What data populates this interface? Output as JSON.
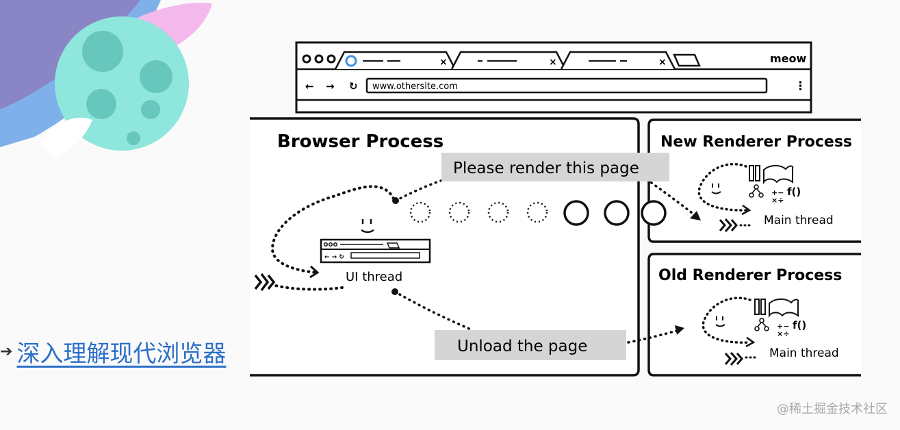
{
  "browser": {
    "url": "www.othersite.com",
    "brand": "meow"
  },
  "diagram": {
    "browser_process_title": "Browser Process",
    "new_renderer_title": "New Renderer Process",
    "old_renderer_title": "Old Renderer Process",
    "ui_thread_label": "UI thread",
    "main_thread_label_new": "Main thread",
    "main_thread_label_old": "Main thread",
    "render_message": "Please render this page",
    "unload_message": "Unload the page"
  },
  "link": {
    "text": "深入理解现代浏览器"
  },
  "watermark": {
    "text": "@稀土掘金技术社区"
  },
  "colors": {
    "link": "#2b6fc9",
    "label_bg": "#d5d5d5",
    "moon": "#8ee6dc",
    "blob_purple": "#8a86c6"
  }
}
